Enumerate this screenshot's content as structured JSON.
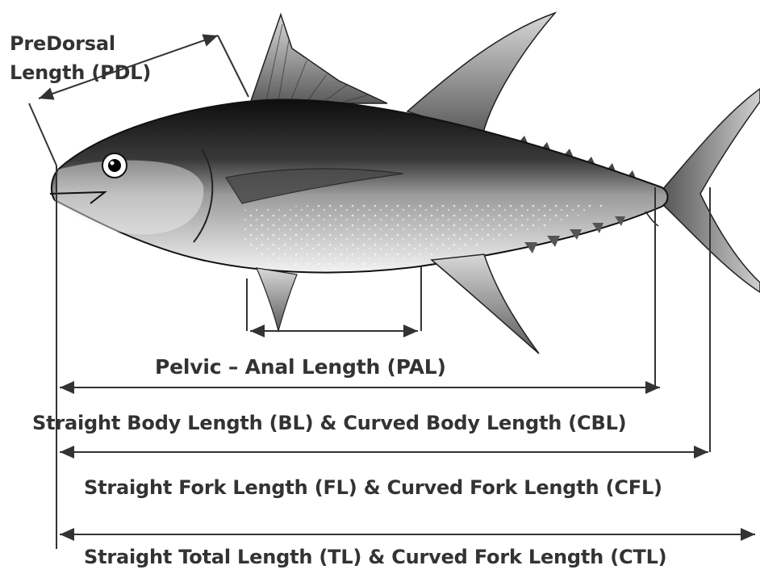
{
  "labels": {
    "pdl_line1": "PreDorsal",
    "pdl_line2": "Length (PDL)",
    "pal": "Pelvic – Anal  Length (PAL)",
    "bl": "Straight Body Length (BL) & Curved Body Length (CBL)",
    "fl": "Straight Fork Length (FL) & Curved Fork Length (CFL)",
    "tl": "Straight Total Length (TL) & Curved Fork Length (CTL)"
  },
  "colors": {
    "line": "#333333",
    "fish_dark": "#1a1a1a",
    "fish_mid": "#6e6e6e",
    "fish_light": "#e9e9e9",
    "text": "#333333"
  }
}
